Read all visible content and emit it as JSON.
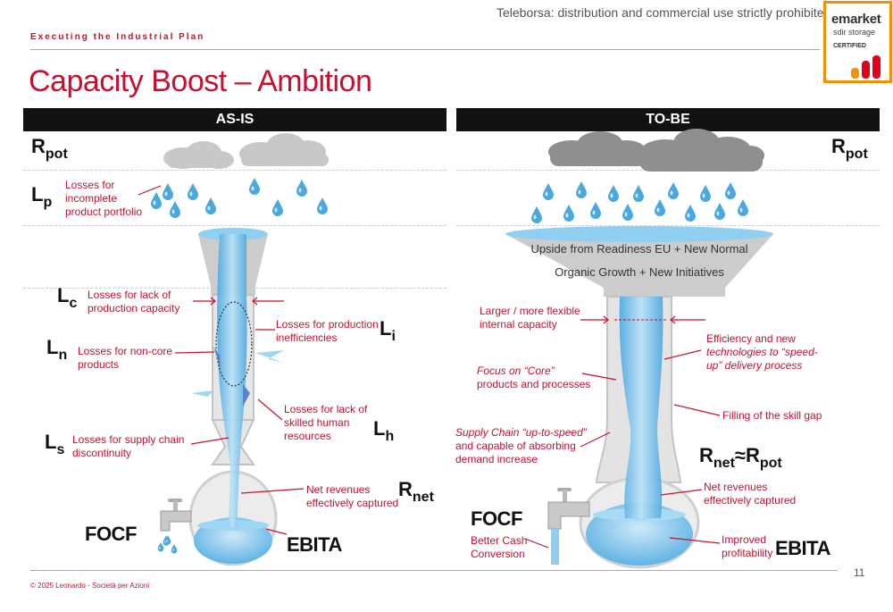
{
  "header": {
    "watermark": "Teleborsa: distribution and commercial use strictly prohibited",
    "badge_line1": "emarket",
    "badge_line2": "sdir storage",
    "badge_line3": "CERTIFIED",
    "section": "Executing the Industrial Plan",
    "title": "Capacity Boost – Ambition"
  },
  "as_is": {
    "heading": "AS-IS",
    "symbols": {
      "rpot": {
        "main": "R",
        "sub": "pot"
      },
      "lp": {
        "main": "L",
        "sub": "p"
      },
      "lc": {
        "main": "L",
        "sub": "c"
      },
      "ln": {
        "main": "L",
        "sub": "n"
      },
      "ls": {
        "main": "L",
        "sub": "s"
      },
      "li": {
        "main": "L",
        "sub": "i"
      },
      "lh": {
        "main": "L",
        "sub": "h"
      },
      "rnet": {
        "main": "R",
        "sub": "net"
      }
    },
    "labels": {
      "lp": [
        "Losses for",
        "incomplete",
        "product portfolio"
      ],
      "lc": [
        "Losses for lack of",
        "production capacity"
      ],
      "ln": [
        "Losses for non-core",
        "products"
      ],
      "ls": [
        "Losses for supply chain",
        "discontinuity"
      ],
      "li": [
        "Losses for production",
        "inefficiencies"
      ],
      "lh": [
        "Losses for lack of",
        "skilled human",
        "resources"
      ],
      "rnet": [
        "Net revenues",
        "effectively captured"
      ]
    },
    "focf": "FOCF",
    "ebita": "EBITA"
  },
  "to_be": {
    "heading": "TO-BE",
    "symbols": {
      "rpot": {
        "main": "R",
        "sub": "pot"
      },
      "rnet_eq": {
        "r1": "R",
        "s1": "net",
        "approx": "≈",
        "r2": "R",
        "s2": "pot"
      }
    },
    "funnel_line1": "Upside from Readiness EU + New Normal",
    "funnel_line2": "Organic Growth + New Initiatives",
    "labels": {
      "capacity": [
        "Larger / more flexible",
        "internal capacity"
      ],
      "efficiency": [
        "Efficiency and new",
        "technologies to “speed-",
        "up” delivery process"
      ],
      "core_italic": "Focus on “Core”",
      "core_rest": "products and processes",
      "skill": "Filling of the skill gap",
      "supply_italic": "Supply Chain “up-to-speed”",
      "supply_rest": [
        "and capable of absorbing",
        "demand increase"
      ],
      "rnet": [
        "Net revenues",
        "effectively captured"
      ],
      "cash": [
        "Better Cash",
        "Conversion"
      ],
      "profit": [
        "Improved",
        "profitability"
      ]
    },
    "focf": "FOCF",
    "ebita": "EBITA"
  },
  "footer": {
    "copyright": "© 2025 Leonardo - Società per Azioni",
    "page_number": "11"
  },
  "colors": {
    "accent": "#c8102e",
    "water": "#7cc4ec",
    "water_light": "#cfe9f8",
    "vessel": "#d6d6d6",
    "badge_orange": "#f39200"
  }
}
